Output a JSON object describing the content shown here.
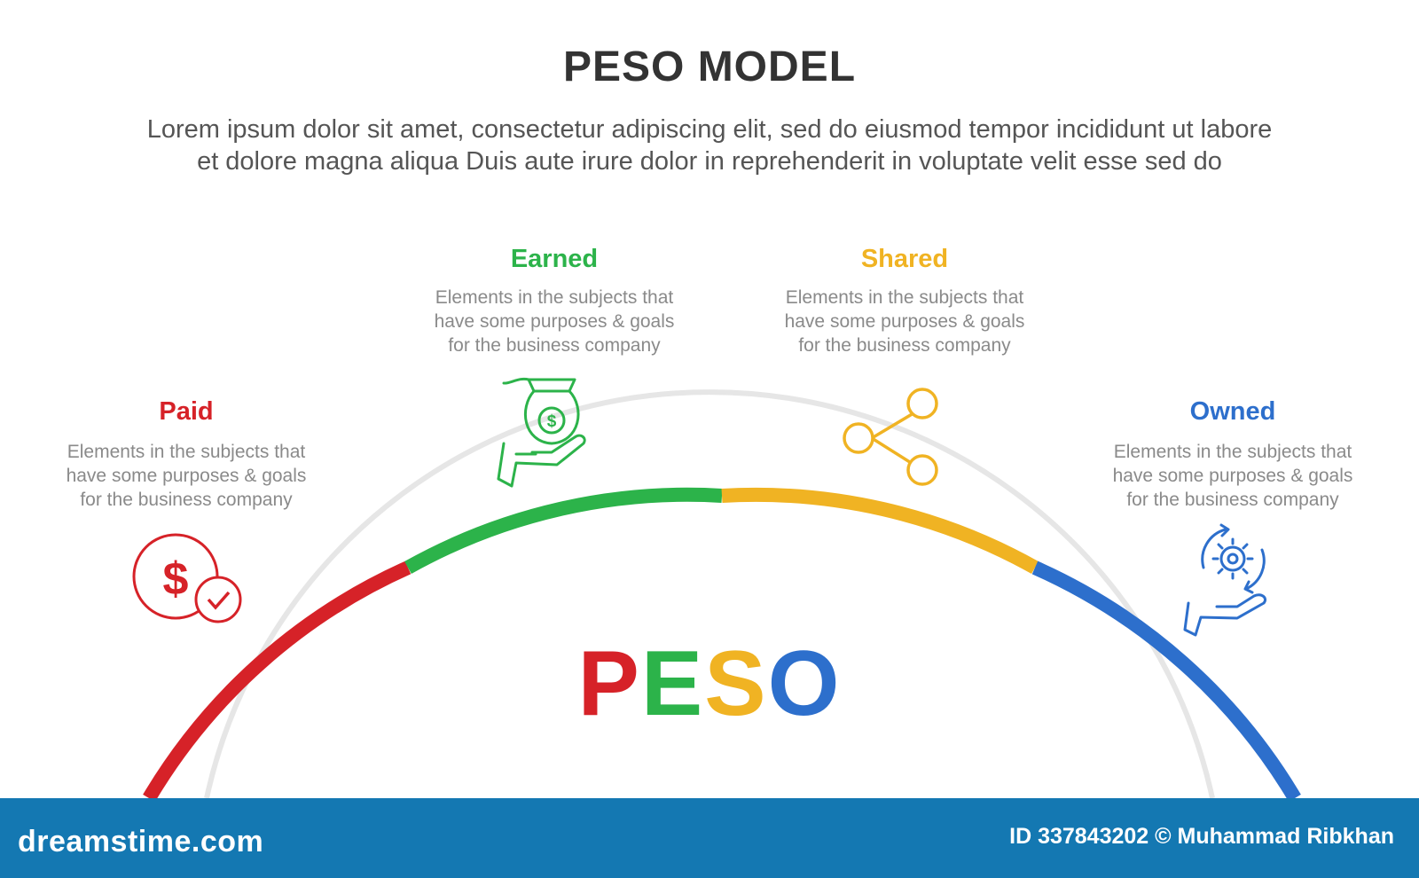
{
  "title": "PESO MODEL",
  "subtitle_lines": [
    "Lorem ipsum dolor sit amet, consectetur adipiscing elit, sed do eiusmod tempor incididunt ut labore",
    "et dolore magna aliqua Duis aute irure dolor in reprehenderit in voluptate velit esse sed do"
  ],
  "segments": [
    {
      "label": "Paid",
      "color": "#d62228",
      "icon": "dollar-check-icon",
      "desc_lines": [
        "Elements in the subjects that",
        "have  some purposes & goals",
        "for the  business company"
      ]
    },
    {
      "label": "Earned",
      "color": "#2cb34a",
      "icon": "money-bag-hand-icon",
      "desc_lines": [
        "Elements in the subjects that",
        "have  some purposes & goals",
        "for the  business company"
      ]
    },
    {
      "label": "Shared",
      "color": "#f0b323",
      "icon": "share-icon",
      "desc_lines": [
        "Elements in the subjects that",
        "have  some purposes & goals",
        "for the  business company"
      ]
    },
    {
      "label": "Owned",
      "color": "#2d6fcc",
      "icon": "gear-hand-cycle-icon",
      "desc_lines": [
        "Elements in the subjects that",
        "have  some purposes & goals",
        "for the  business company"
      ]
    }
  ],
  "center_word": {
    "letters": [
      "P",
      "E",
      "S",
      "O"
    ],
    "colors": [
      "#d62228",
      "#2cb34a",
      "#f0b323",
      "#2d6fcc"
    ]
  },
  "footer": {
    "brand": "dreamstime.com",
    "credit": "ID 337843202 © Muhammad Ribkhan",
    "background": "#1478b2"
  }
}
